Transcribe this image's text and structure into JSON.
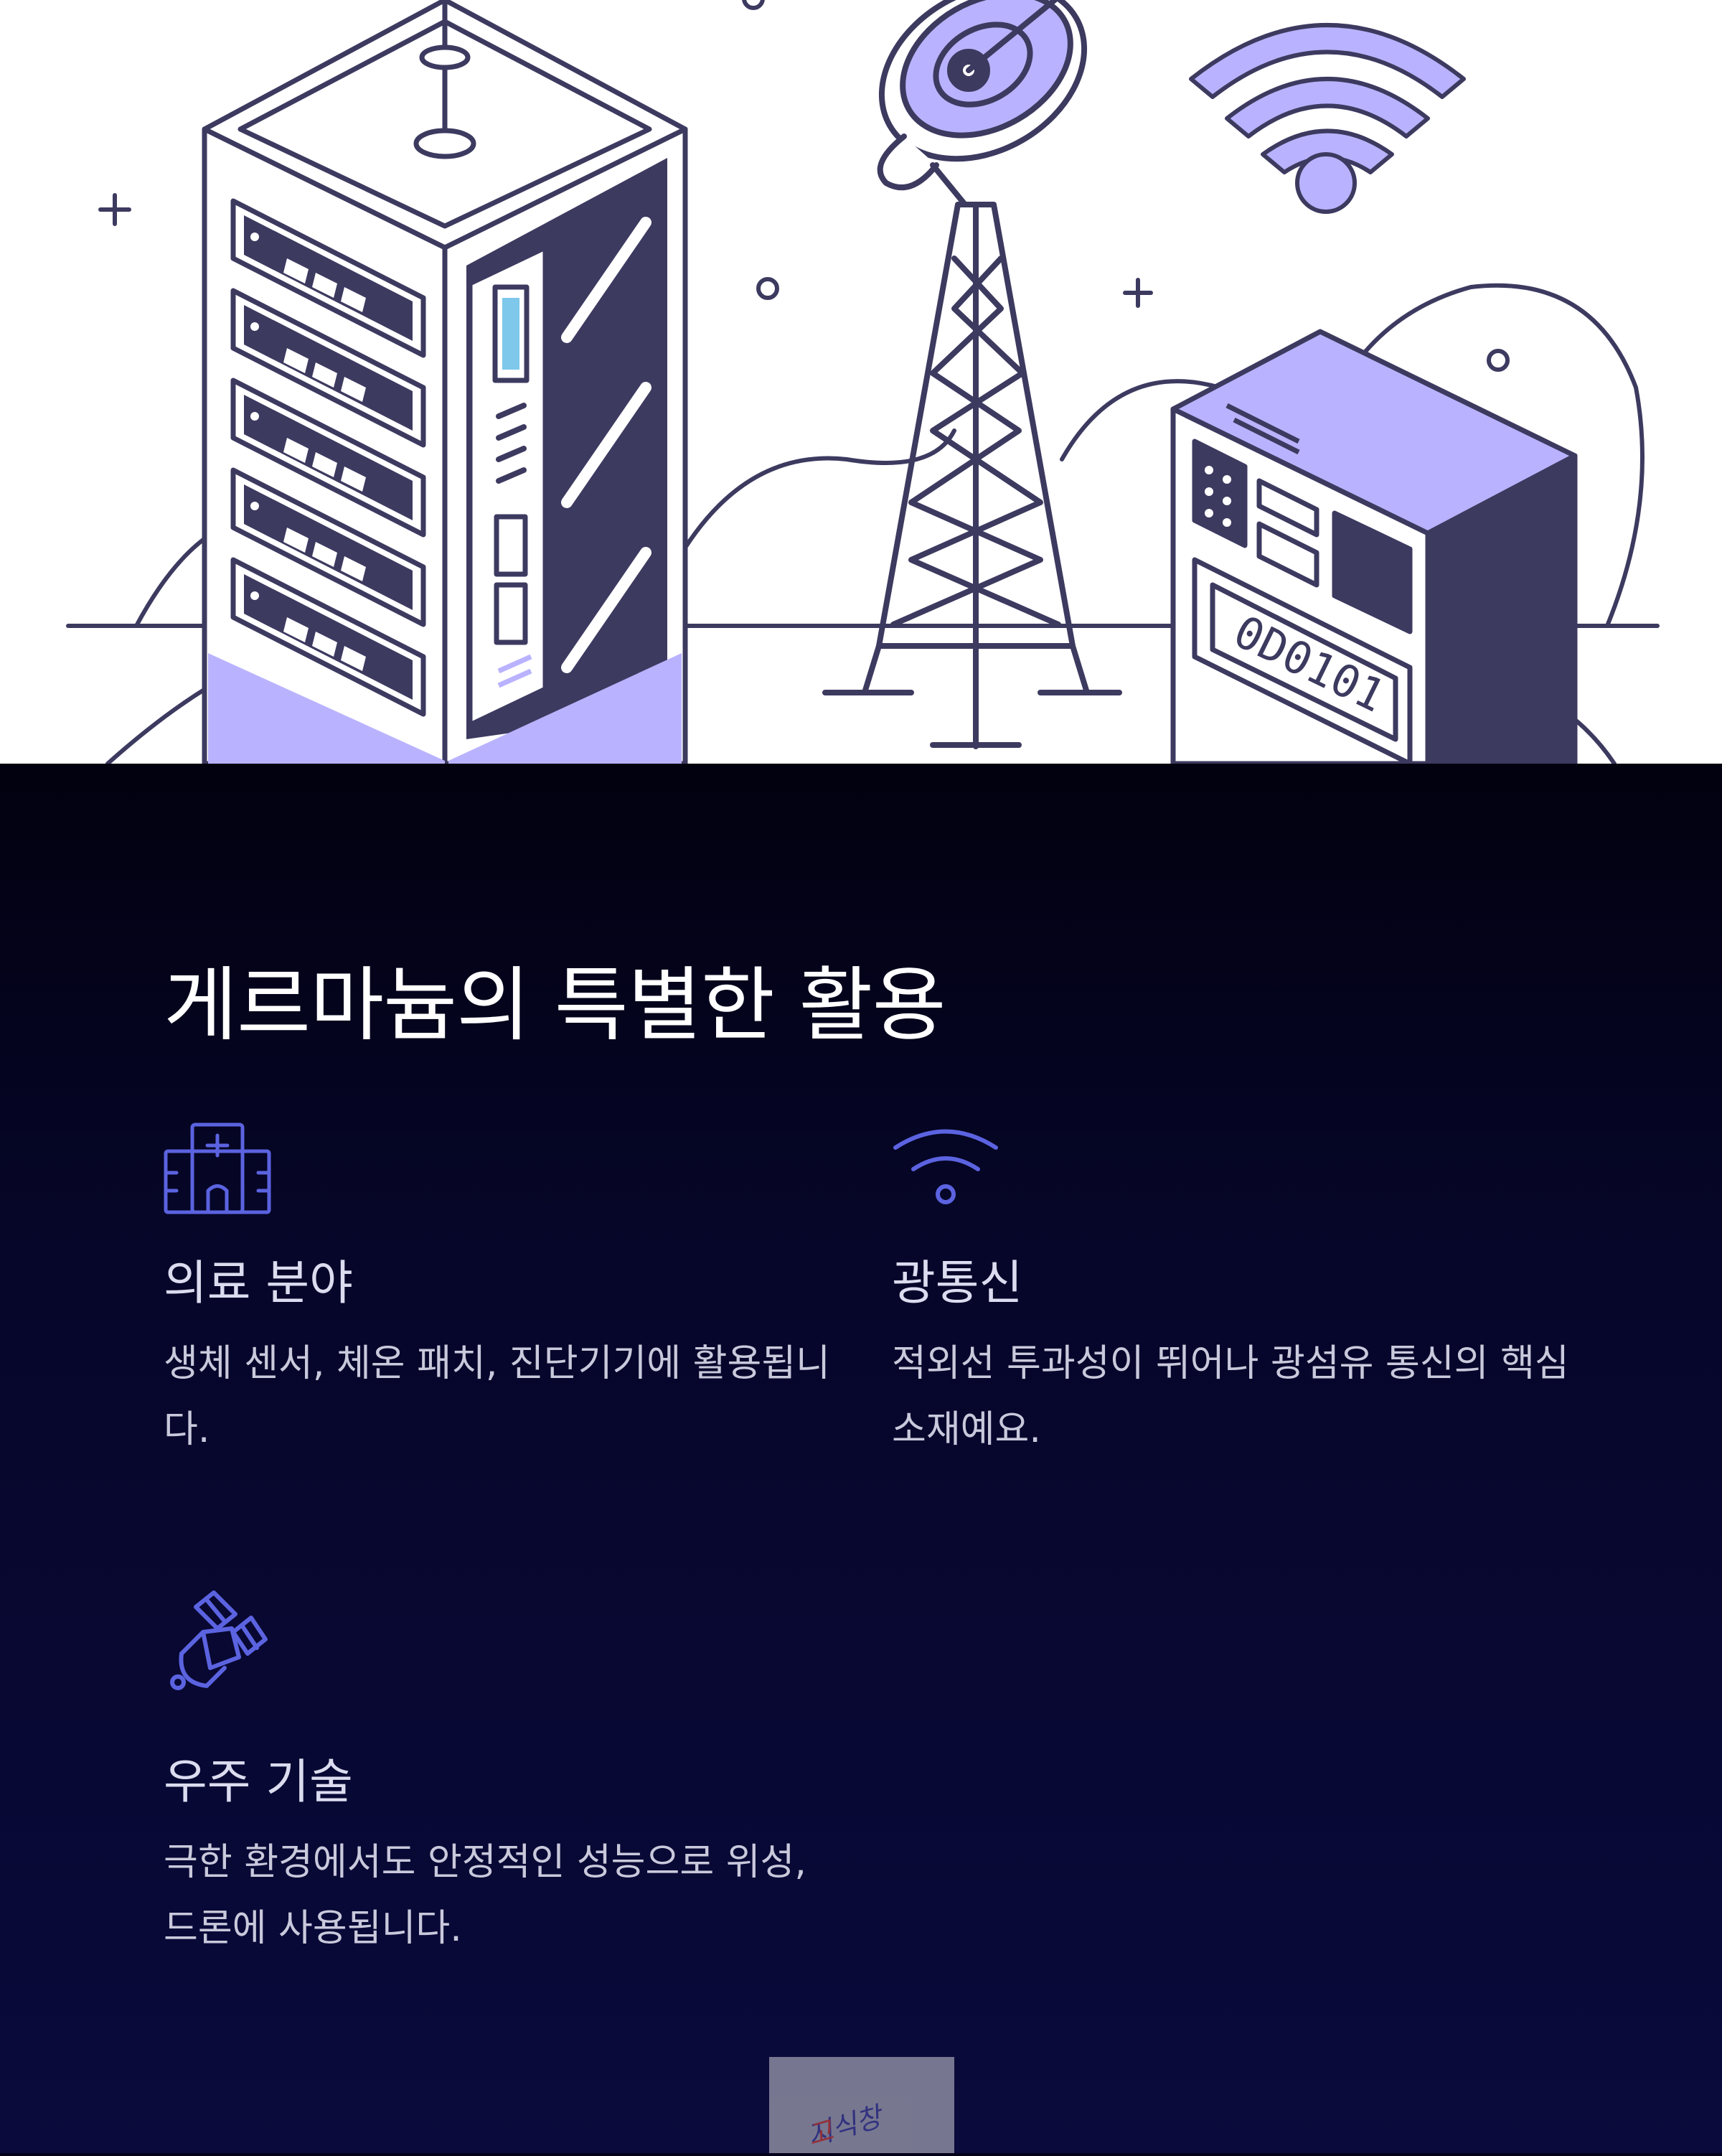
{
  "hero": {
    "icons": [
      "server-rack-icon",
      "satellite-dish-tower-icon",
      "wifi-icon",
      "equipment-box-icon"
    ],
    "panel_label": "0D0101"
  },
  "section": {
    "title": "게르마늄의 특별한 활용",
    "cards": [
      {
        "icon": "hospital-icon",
        "title": "의료 분야",
        "desc": "생체 센서, 체온 패치, 진단기기에 활용됩니다."
      },
      {
        "icon": "wifi-icon",
        "title": "광통신",
        "desc": "적외선 투과성이 뛰어나 광섬유 통신의 핵심 소재예요."
      },
      {
        "icon": "satellite-icon",
        "title": "우주 기술",
        "desc": "극한 환경에서도 안정적인 성능으로 위성, 드론에 사용됩니다."
      }
    ]
  },
  "watermark": {
    "text_a": "지식창",
    "text_b": "고"
  },
  "colors": {
    "accent": "#5b63e0",
    "illustration_stroke": "#3d3a60",
    "illustration_fill": "#b9b3ff",
    "background_top": "#02010f",
    "background_bottom": "#0a0a3c"
  }
}
